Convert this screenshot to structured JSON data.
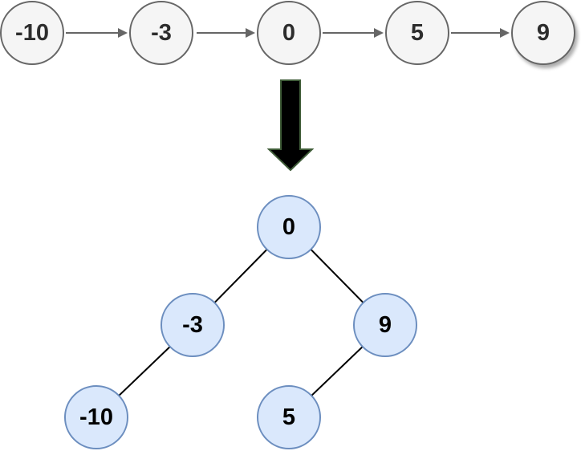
{
  "linked_list": {
    "nodes": [
      {
        "value": "-10"
      },
      {
        "value": "-3"
      },
      {
        "value": "0"
      },
      {
        "value": "5"
      },
      {
        "value": "9"
      }
    ],
    "arrow_icon": "right-arrow-icon"
  },
  "transform": {
    "arrow_icon": "down-arrow-icon"
  },
  "tree": {
    "nodes": [
      {
        "value": "0"
      },
      {
        "value": "-3"
      },
      {
        "value": "9"
      },
      {
        "value": "-10"
      },
      {
        "value": "5"
      }
    ],
    "edges": [
      {
        "from": "0",
        "to": "-3"
      },
      {
        "from": "0",
        "to": "9"
      },
      {
        "from": "-3",
        "to": "-10"
      },
      {
        "from": "9",
        "to": "5"
      }
    ]
  },
  "colors": {
    "background": "#ffffff",
    "list_node_fill": "#f5f5f5",
    "list_node_border": "#666666",
    "list_arrow": "#666666",
    "big_arrow_fill": "#000000",
    "big_arrow_outline": "#3f5c38",
    "tree_node_fill": "#dae8fc",
    "tree_node_border": "#6c8ebf",
    "tree_edge": "#000000"
  }
}
